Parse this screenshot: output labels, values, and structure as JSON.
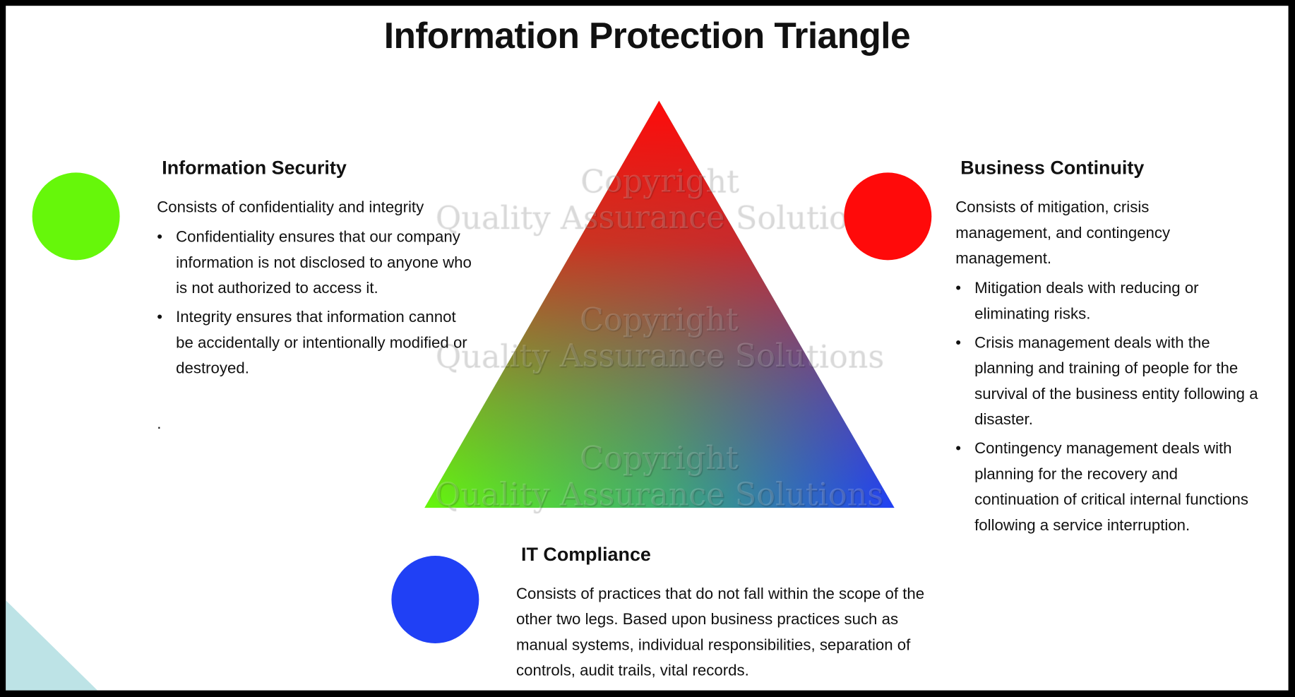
{
  "title": "Information Protection Triangle",
  "colors": {
    "security": "#66f70a",
    "continuity": "#ff0a0a",
    "compliance": "#2040f5",
    "corner": "#bde3e6"
  },
  "watermark": {
    "line1": "Copyright",
    "line2": "Quality Assurance Solutions"
  },
  "security": {
    "heading": "Information Security",
    "intro": "Consists of confidentiality and integrity",
    "bullets": [
      "Confidentiality ensures that our company information is not disclosed to anyone who is not authorized to access it.",
      "Integrity ensures that information cannot be accidentally or intentionally modified or destroyed."
    ],
    "trailing": "."
  },
  "continuity": {
    "heading": "Business Continuity",
    "intro": "Consists of mitigation, crisis management, and contingency management.",
    "bullets": [
      "Mitigation deals with reducing or eliminating risks.",
      "Crisis management deals with the planning and training of people for the survival of the business entity following a disaster.",
      "Contingency management deals with planning for the recovery and continuation of critical internal functions following a service interruption."
    ]
  },
  "compliance": {
    "heading": "IT Compliance",
    "body": "Consists of practices that do not fall within the scope of the other two legs. Based upon  business practices such as manual systems, individual responsibilities, separation of controls, audit trails, vital records."
  }
}
